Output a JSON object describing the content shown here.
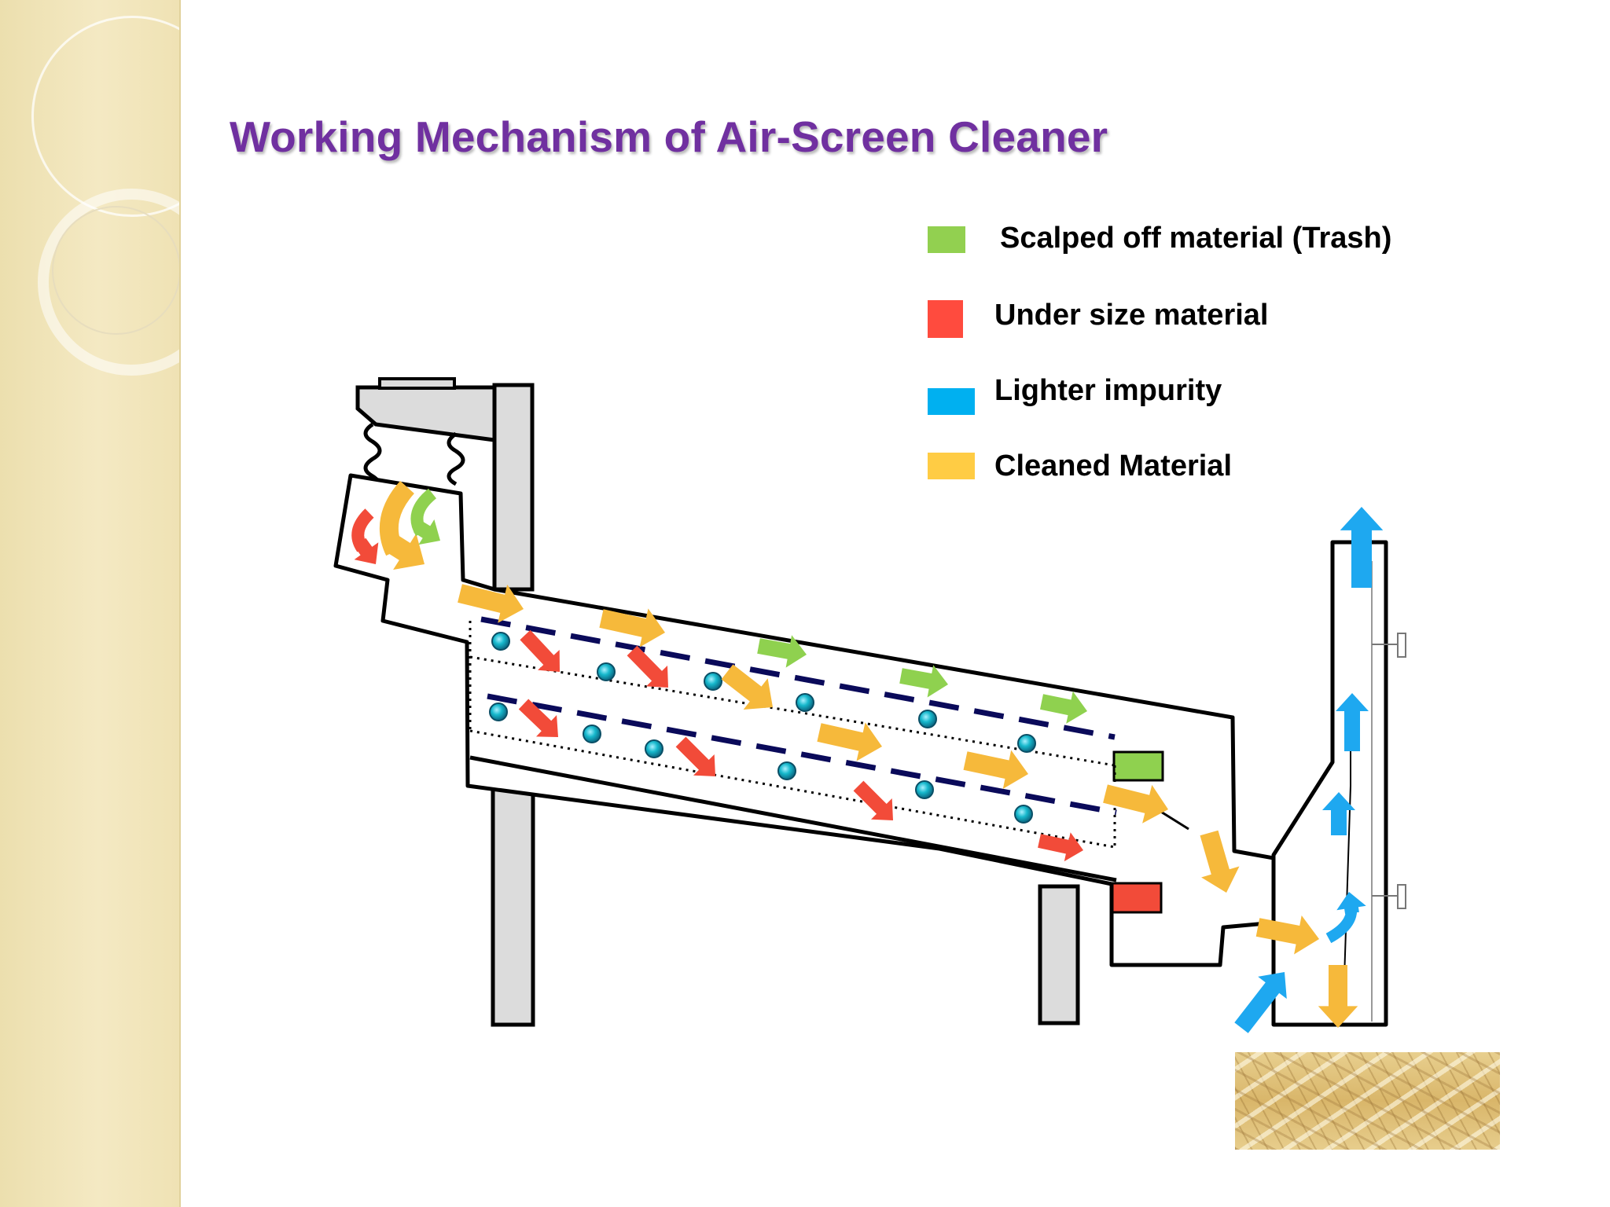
{
  "slide": {
    "title": "Working Mechanism of Air-Screen Cleaner"
  },
  "legend": [
    {
      "label": "Scalped off material (Trash)",
      "color": "#92d050"
    },
    {
      "label": "Under size material",
      "color": "#ff4b3e"
    },
    {
      "label": "Lighter impurity",
      "color": "#00b0f0"
    },
    {
      "label": "Cleaned Material",
      "color": "#ffcc44"
    }
  ],
  "colors": {
    "trash": "#8fd14f",
    "undersize": "#f24b39",
    "light": "#1ea8f0",
    "cleaned": "#f6b93b",
    "screen": "#0a0a5a",
    "particle": "#12b7c9",
    "frame": "#000000",
    "leg": "#dcdcdc",
    "sidebar": "#f0e4b8"
  },
  "icons": {
    "machine": "air-screen-cleaner-diagram",
    "grain": "grain-photo",
    "particle": "light-impurity-particle-icon"
  }
}
